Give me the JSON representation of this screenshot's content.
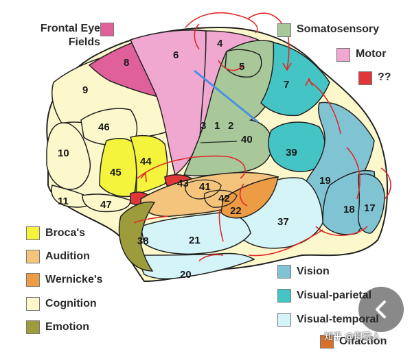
{
  "legend": {
    "frontal_eye_fields": {
      "label": "Frontal Eye Fields",
      "color": "#e0609a"
    },
    "somatosensory": {
      "label": "Somatosensory",
      "color": "#a8c89a"
    },
    "motor": {
      "label": "Motor",
      "color": "#f0a8d0"
    },
    "unknown": {
      "label": "??",
      "color": "#e03838"
    },
    "brocas": {
      "label": "Broca's",
      "color": "#f4f43c"
    },
    "audition": {
      "label": "Audition",
      "color": "#f4c47c"
    },
    "wernickes": {
      "label": "Wernicke's",
      "color": "#ec9c44"
    },
    "cognition": {
      "label": "Cognition",
      "color": "#fcf8cc"
    },
    "emotion": {
      "label": "Emotion",
      "color": "#9c9c3c"
    },
    "vision": {
      "label": "Vision",
      "color": "#80c4d4"
    },
    "visual_parietal": {
      "label": "Visual-parietal",
      "color": "#44c4c4"
    },
    "visual_temporal": {
      "label": "Visual-temporal",
      "color": "#d4f4f8"
    },
    "olfaction": {
      "label": "Olfaction",
      "color": "#d87028"
    }
  },
  "areas": {
    "a4": "4",
    "a5": "5",
    "a6": "6",
    "a7": "7",
    "a8": "8",
    "a9": "9",
    "a10": "10",
    "a11": "11",
    "a17": "17",
    "a18": "18",
    "a19": "19",
    "a20": "20",
    "a21": "21",
    "a22": "22",
    "a37": "37",
    "a38": "38",
    "a39": "39",
    "a40": "40",
    "a41": "41",
    "a42": "42",
    "a43": "43",
    "a44": "44",
    "a45": "45",
    "a46": "46",
    "a47": "47",
    "a3": "3",
    "a1": "1",
    "a2": "2"
  },
  "watermark": "知乎 @倒霉人",
  "icons": {
    "back": "chevron-left-icon"
  }
}
